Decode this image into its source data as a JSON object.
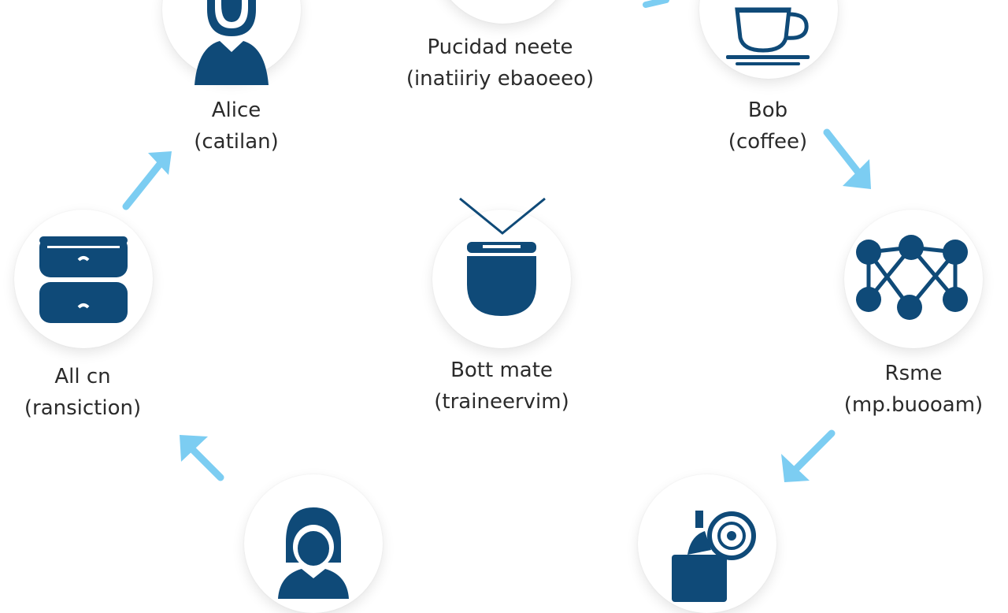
{
  "nodes": {
    "top_center": {
      "name": "Pucidad neete",
      "sub": "(inatiiriy ebaoeeo)",
      "icon": "cup-icon"
    },
    "alice": {
      "name": "Alice",
      "sub": "(catilan)",
      "icon": "person-icon"
    },
    "bob": {
      "name": "Bob",
      "sub": "(coffee)",
      "icon": "coffee-cup-icon"
    },
    "left": {
      "name": "All cn",
      "sub": "(ransiction)",
      "icon": "database-icon"
    },
    "center": {
      "name": "Bott mate",
      "sub": "(traineervim)",
      "icon": "pot-icon"
    },
    "right": {
      "name": "Rsme",
      "sub": "(mp.buooam)",
      "icon": "network-icon"
    },
    "bottom_left": {
      "icon": "person-icon"
    },
    "bottom_right": {
      "icon": "machine-icon"
    }
  },
  "colors": {
    "icon": "#0f4a78",
    "arrow": "#7ccdf2",
    "text": "#2b2b2b"
  }
}
